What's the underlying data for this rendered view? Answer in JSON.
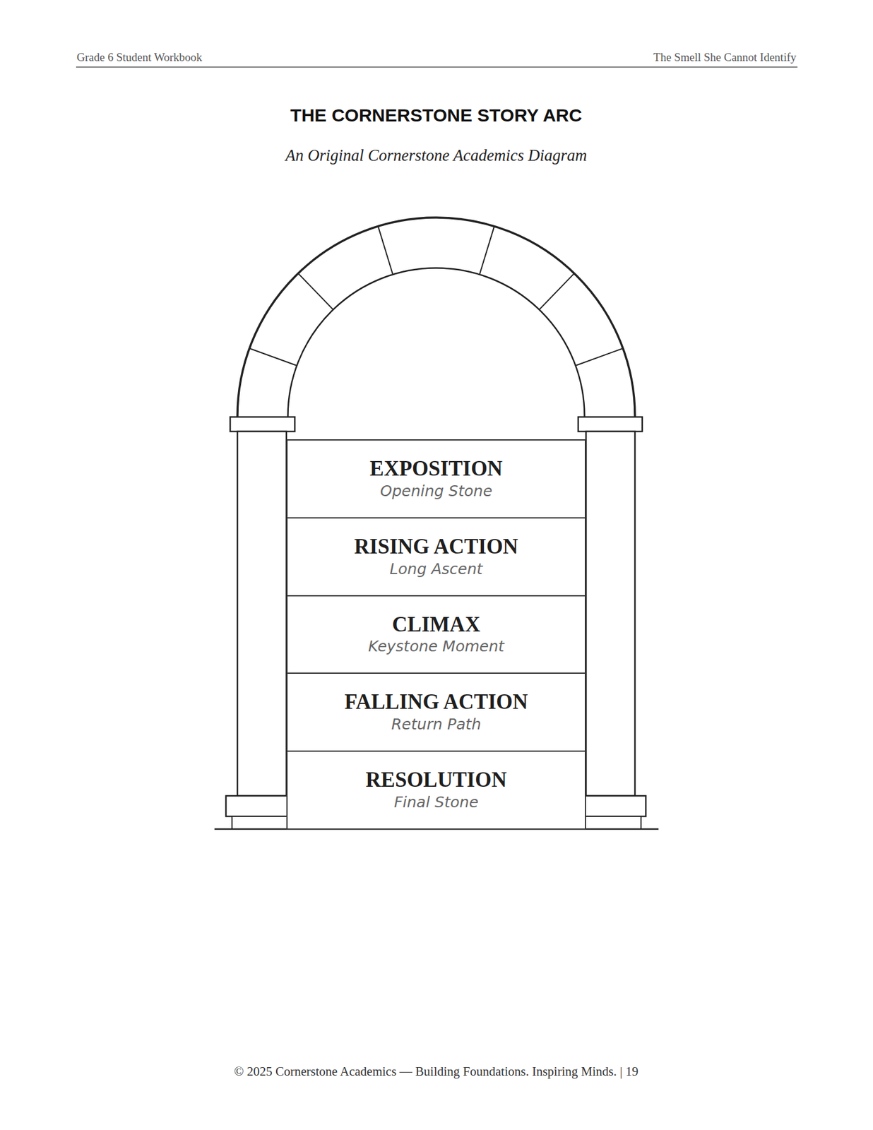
{
  "diagram": {
    "title": "THE CORNERSTONE STORY ARC",
    "caption": "An Original Cornerstone Academics Diagram",
    "nodes": [
      {
        "text": [
          "EXPOSITION",
          "Opening Stone"
        ]
      },
      {
        "text": [
          "RISING ACTION",
          "Long Ascent"
        ]
      },
      {
        "text": [
          "CLIMAX",
          "Keystone Moment"
        ]
      },
      {
        "text": [
          "FALLING ACTION",
          "Return Path"
        ]
      },
      {
        "text": [
          "RESOLUTION",
          "Final Stone"
        ]
      }
    ],
    "labels": [
      "Grade 6 Student Workbook",
      "The Smell She Cannot Identify",
      "© 2025 Cornerstone Academics — Building Foundations. Inspiring Minds. | 19"
    ]
  }
}
